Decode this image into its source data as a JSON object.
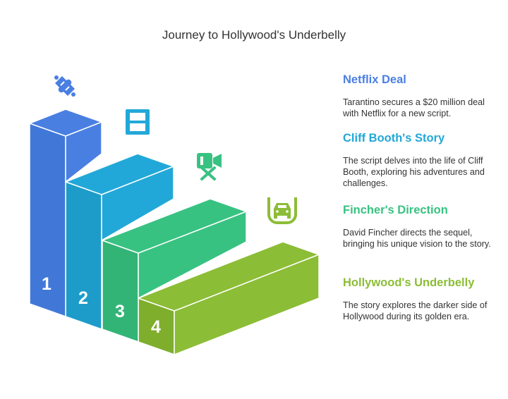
{
  "title": "Journey to Hollywood's Underbelly",
  "colors": {
    "step1": "#4a7fe2",
    "step2": "#22a8d8",
    "step3": "#38c282",
    "step4": "#8cbd36"
  },
  "steps": [
    {
      "number": "1",
      "icon": "puzzle-icon",
      "heading": "Netflix Deal",
      "description": "Tarantino secures a $20 million deal with Netflix for a new script."
    },
    {
      "number": "2",
      "icon": "film-strip-icon",
      "heading": "Cliff Booth's Story",
      "description": "The script delves into the life of Cliff Booth, exploring his adventures and challenges."
    },
    {
      "number": "3",
      "icon": "video-camera-off-icon",
      "heading": "Fincher's Direction",
      "description": "David Fincher directs the sequel, bringing his unique vision to the story."
    },
    {
      "number": "4",
      "icon": "car-icon",
      "heading": "Hollywood's Underbelly",
      "description": "The story explores the darker side of Hollywood during its golden era."
    }
  ]
}
